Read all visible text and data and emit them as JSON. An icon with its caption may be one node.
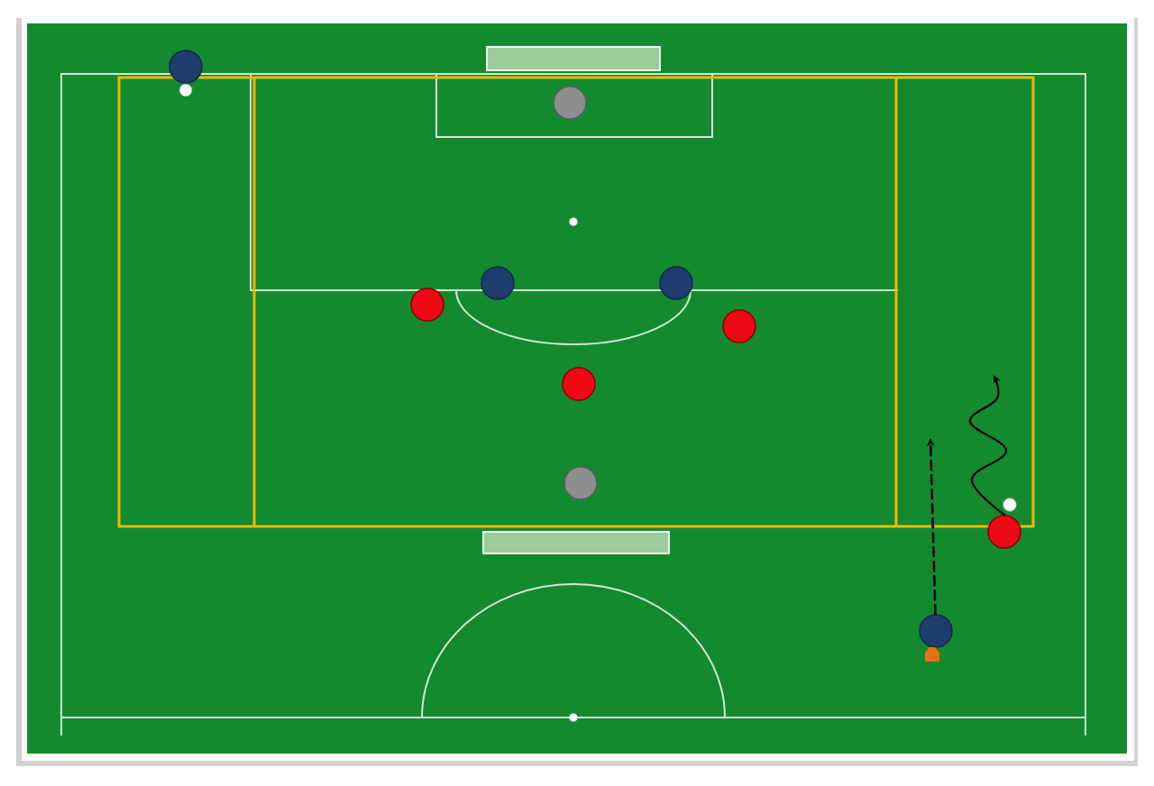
{
  "diagram": {
    "nodes": [
      {
        "text": [],
        "shape": "circle"
      },
      {
        "text": [],
        "shape": "circle"
      },
      {
        "text": [],
        "shape": "circle"
      },
      {
        "text": [],
        "shape": "circle"
      },
      {
        "text": [],
        "shape": "circle"
      },
      {
        "text": [],
        "shape": "circle"
      },
      {
        "text": [],
        "shape": "circle"
      },
      {
        "text": [],
        "shape": "circle"
      },
      {
        "text": [],
        "shape": "circle"
      },
      {
        "text": [],
        "shape": "circle"
      }
    ],
    "edges": [
      {
        "from": 9,
        "to": null,
        "arrow": "to",
        "style": "dashed"
      },
      {
        "from": 8,
        "to": null,
        "arrow": "to"
      }
    ]
  }
}
